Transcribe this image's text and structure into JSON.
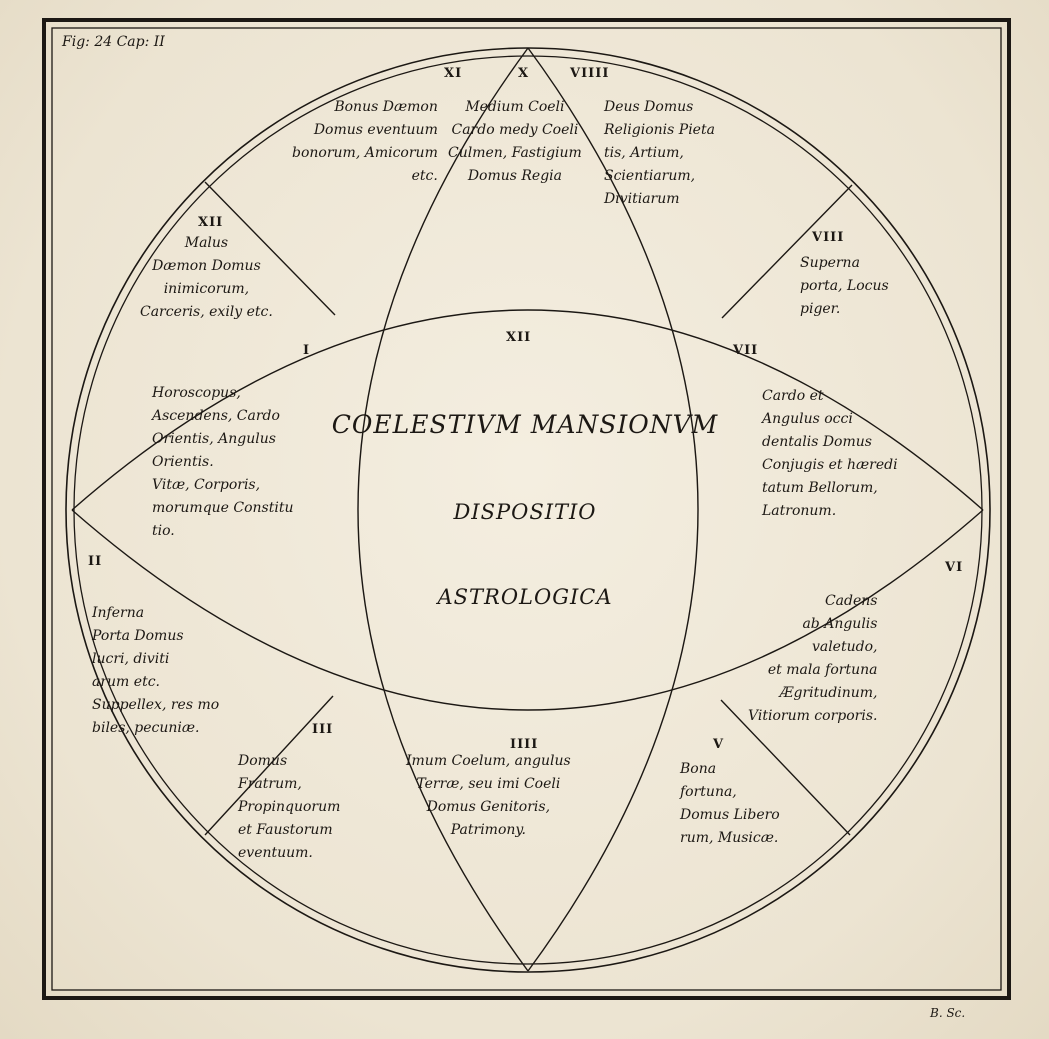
{
  "caption": "Fig: 24 Cap: II",
  "engraver": "B. Sc.",
  "title": {
    "line1": "COELESTIVM MANSIONVM",
    "line2": "DISPOSITIO",
    "line3": "ASTROLOGICA"
  },
  "numerals": {
    "XI": "XI",
    "X": "X",
    "VIIII": "VIIII",
    "XII_top": "XII",
    "VIII": "VIII",
    "I": "I",
    "XII_center": "XII",
    "VII": "VII",
    "II": "II",
    "VI": "VI",
    "III": "III",
    "IIII": "IIII",
    "V": "V"
  },
  "houses": {
    "h11": "Bonus Dæmon\nDomus eventuum\nbonorum, Amicorum\netc.",
    "h10": "Medium Coeli\nCardo medy Coeli\nCulmen, Fastigium\nDomus Regia",
    "h9": "Deus Domus\nReligionis Pieta\ntis, Artium,\nScientiarum,\nDivitiarum",
    "h12": "Malus\nDæmon Domus\ninimicorum,\nCarceris, exily etc.",
    "h8": "Superna\nporta, Locus\npiger.",
    "h1": "Horoscopus,\nAscendens, Cardo\nOrientis, Angulus\nOrientis.\nVitæ, Corporis,\nmorumque Constitu\ntio.",
    "h7": "Cardo et\nAngulus occi\ndentalis Domus\nConjugis et hæredi\ntatum Bellorum,\nLatronum.",
    "h2": "Inferna\nPorta Domus\nlucri, diviti\narum etc.\nSuppellex, res mo\nbiles, pecuniæ.",
    "h6": "Cadens\nab Angulis\nvaletudo,\net mala fortuna\nÆgritudinum,\nVitiorum corporis.",
    "h3": "Domus\nFratrum,\nPropinquorum\net Faustorum\neventuum.",
    "h4": "Imum Coelum, angulus\nTerræ, seu imi Coeli\nDomus Genitoris,\nPatrimony.",
    "h5": "Bona\nfortuna,\nDomus Libero\nrum, Musicæ."
  }
}
